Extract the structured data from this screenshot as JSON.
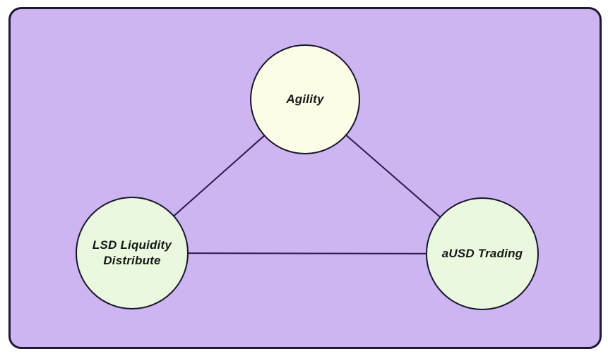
{
  "diagram": {
    "canvas": {
      "background_color": "#cdb5f1",
      "border_color": "#1e1933"
    },
    "edge_color": "#2b1b4d",
    "node_stroke_color": "#17162a",
    "text_color": "#171717",
    "nodes": [
      {
        "id": "agility",
        "label": "Agility",
        "fill": "#fdfde7"
      },
      {
        "id": "lsd-liquidity-distribute",
        "label": "LSD Liquidity Distribute",
        "fill": "#e9f8df"
      },
      {
        "id": "ausd-trading",
        "label": "aUSD Trading",
        "fill": "#e9f8df"
      }
    ],
    "edges": [
      {
        "from": "agility",
        "to": "lsd-liquidity-distribute"
      },
      {
        "from": "agility",
        "to": "ausd-trading"
      },
      {
        "from": "lsd-liquidity-distribute",
        "to": "ausd-trading"
      }
    ]
  }
}
